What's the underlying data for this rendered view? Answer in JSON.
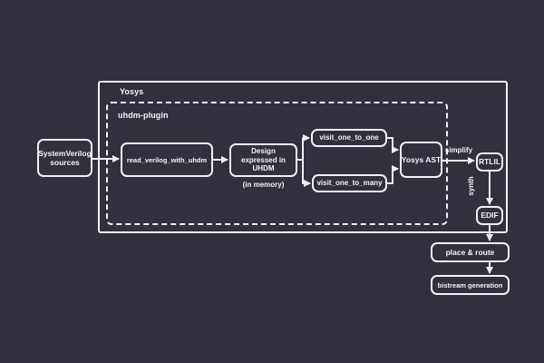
{
  "colors": {
    "background": "#332f3d",
    "stroke": "#f2f0f5",
    "text": "#f5f3f7"
  },
  "containers": {
    "yosys": {
      "label": "Yosys"
    },
    "uhdm_plugin": {
      "label": "uhdm-plugin"
    }
  },
  "nodes": {
    "systemverilog_sources": {
      "label": "SystemVerilog sources"
    },
    "read_verilog_with_uhdm": {
      "label": "read_verilog_with_uhdm"
    },
    "design_expressed_in_uhdm": {
      "label": "Design expressed in UHDM",
      "note": "(in memory)"
    },
    "visit_one_to_one": {
      "label": "visit_one_to_one"
    },
    "visit_one_to_many": {
      "label": "visit_one_to_many"
    },
    "yosys_ast": {
      "label": "Yosys AST"
    },
    "rtlil": {
      "label": "RTLIL"
    },
    "edif": {
      "label": "EDIF"
    },
    "place_and_route": {
      "label": "place & route"
    },
    "bistream_generation": {
      "label": "bistream generation"
    }
  },
  "edge_labels": {
    "simplify": "simplify",
    "synth": "synth"
  }
}
